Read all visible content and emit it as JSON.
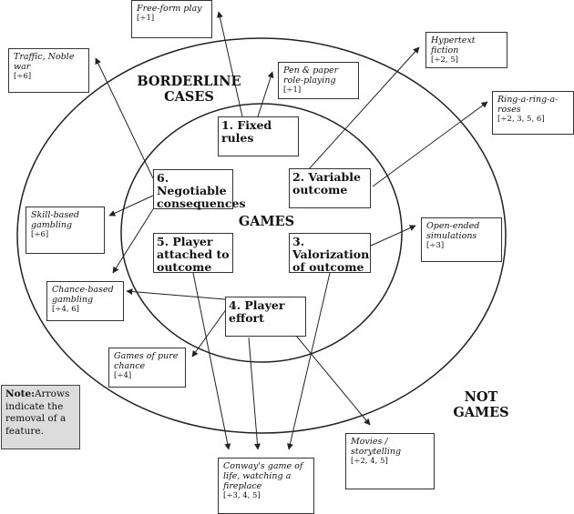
{
  "zones": {
    "borderline": "BORDERLINE\nCASES",
    "games": "GAMES",
    "not_games": "NOT\nGAMES"
  },
  "criteria": {
    "fixed_rules": "1. Fixed rules",
    "variable_outcome": "2. Variable outcome",
    "valorization": "3. Valorization of outcome",
    "player_effort": "4. Player effort",
    "player_attached": "5. Player attached to outcome",
    "negotiable": "6. Negotiable consequences"
  },
  "examples": {
    "free_form_play": {
      "label": "Free-form play",
      "mark": "[÷1]"
    },
    "pen_paper": {
      "label": "Pen & paper role-playing",
      "mark": "[÷1]"
    },
    "hypertext": {
      "label": "Hypertext fiction",
      "mark": "[÷2, 5]"
    },
    "ring_a_ring": {
      "label": "Ring-a-ring-a-roses",
      "mark": "[÷2, 3, 5, 6]"
    },
    "traffic": {
      "label": "Traffic, Noble war",
      "mark": "[÷6]"
    },
    "skill_gambling": {
      "label": "Skill-based gambling",
      "mark": "[÷6]"
    },
    "chance_gambling": {
      "label": "Chance-based gambling",
      "mark": "[÷4, 6]"
    },
    "pure_chance": {
      "label": "Games of pure chance",
      "mark": "[÷4]"
    },
    "open_sim": {
      "label": "Open-ended simulations",
      "mark": "[÷3]"
    },
    "movies": {
      "label": "Movies / storytelling",
      "mark": "[÷2, 4, 5]"
    },
    "conway": {
      "label": "Conway's game of life, watching a fireplace",
      "mark": "[÷3, 4, 5]"
    }
  },
  "note": {
    "title": "Note:",
    "text": "Arrows indicate the removal of a feature."
  }
}
